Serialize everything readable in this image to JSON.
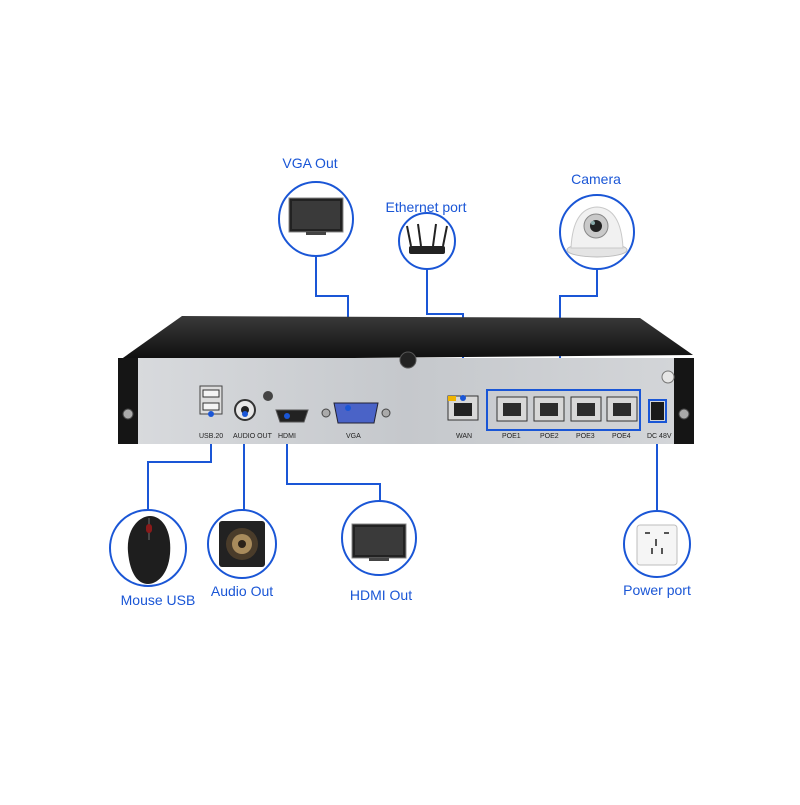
{
  "callouts": {
    "vga": "VGA Out",
    "ethernet": "Ethernet port",
    "camera": "Camera",
    "mouse": "Mouse USB",
    "audio": "Audio Out",
    "hdmi": "HDMI Out",
    "power": "Power port"
  },
  "panel_labels": {
    "usb": "USB.20",
    "audio": "AUDIO OUT",
    "hdmi": "HDMI",
    "vga": "VGA",
    "wan": "WAN",
    "poe1": "POE1",
    "poe2": "POE2",
    "poe3": "POE3",
    "poe4": "POE4",
    "dc": "DC 48V"
  },
  "colors": {
    "accent": "#1a56d6",
    "chassis": "#1c1c1c",
    "panel": "#cfd2d6"
  }
}
